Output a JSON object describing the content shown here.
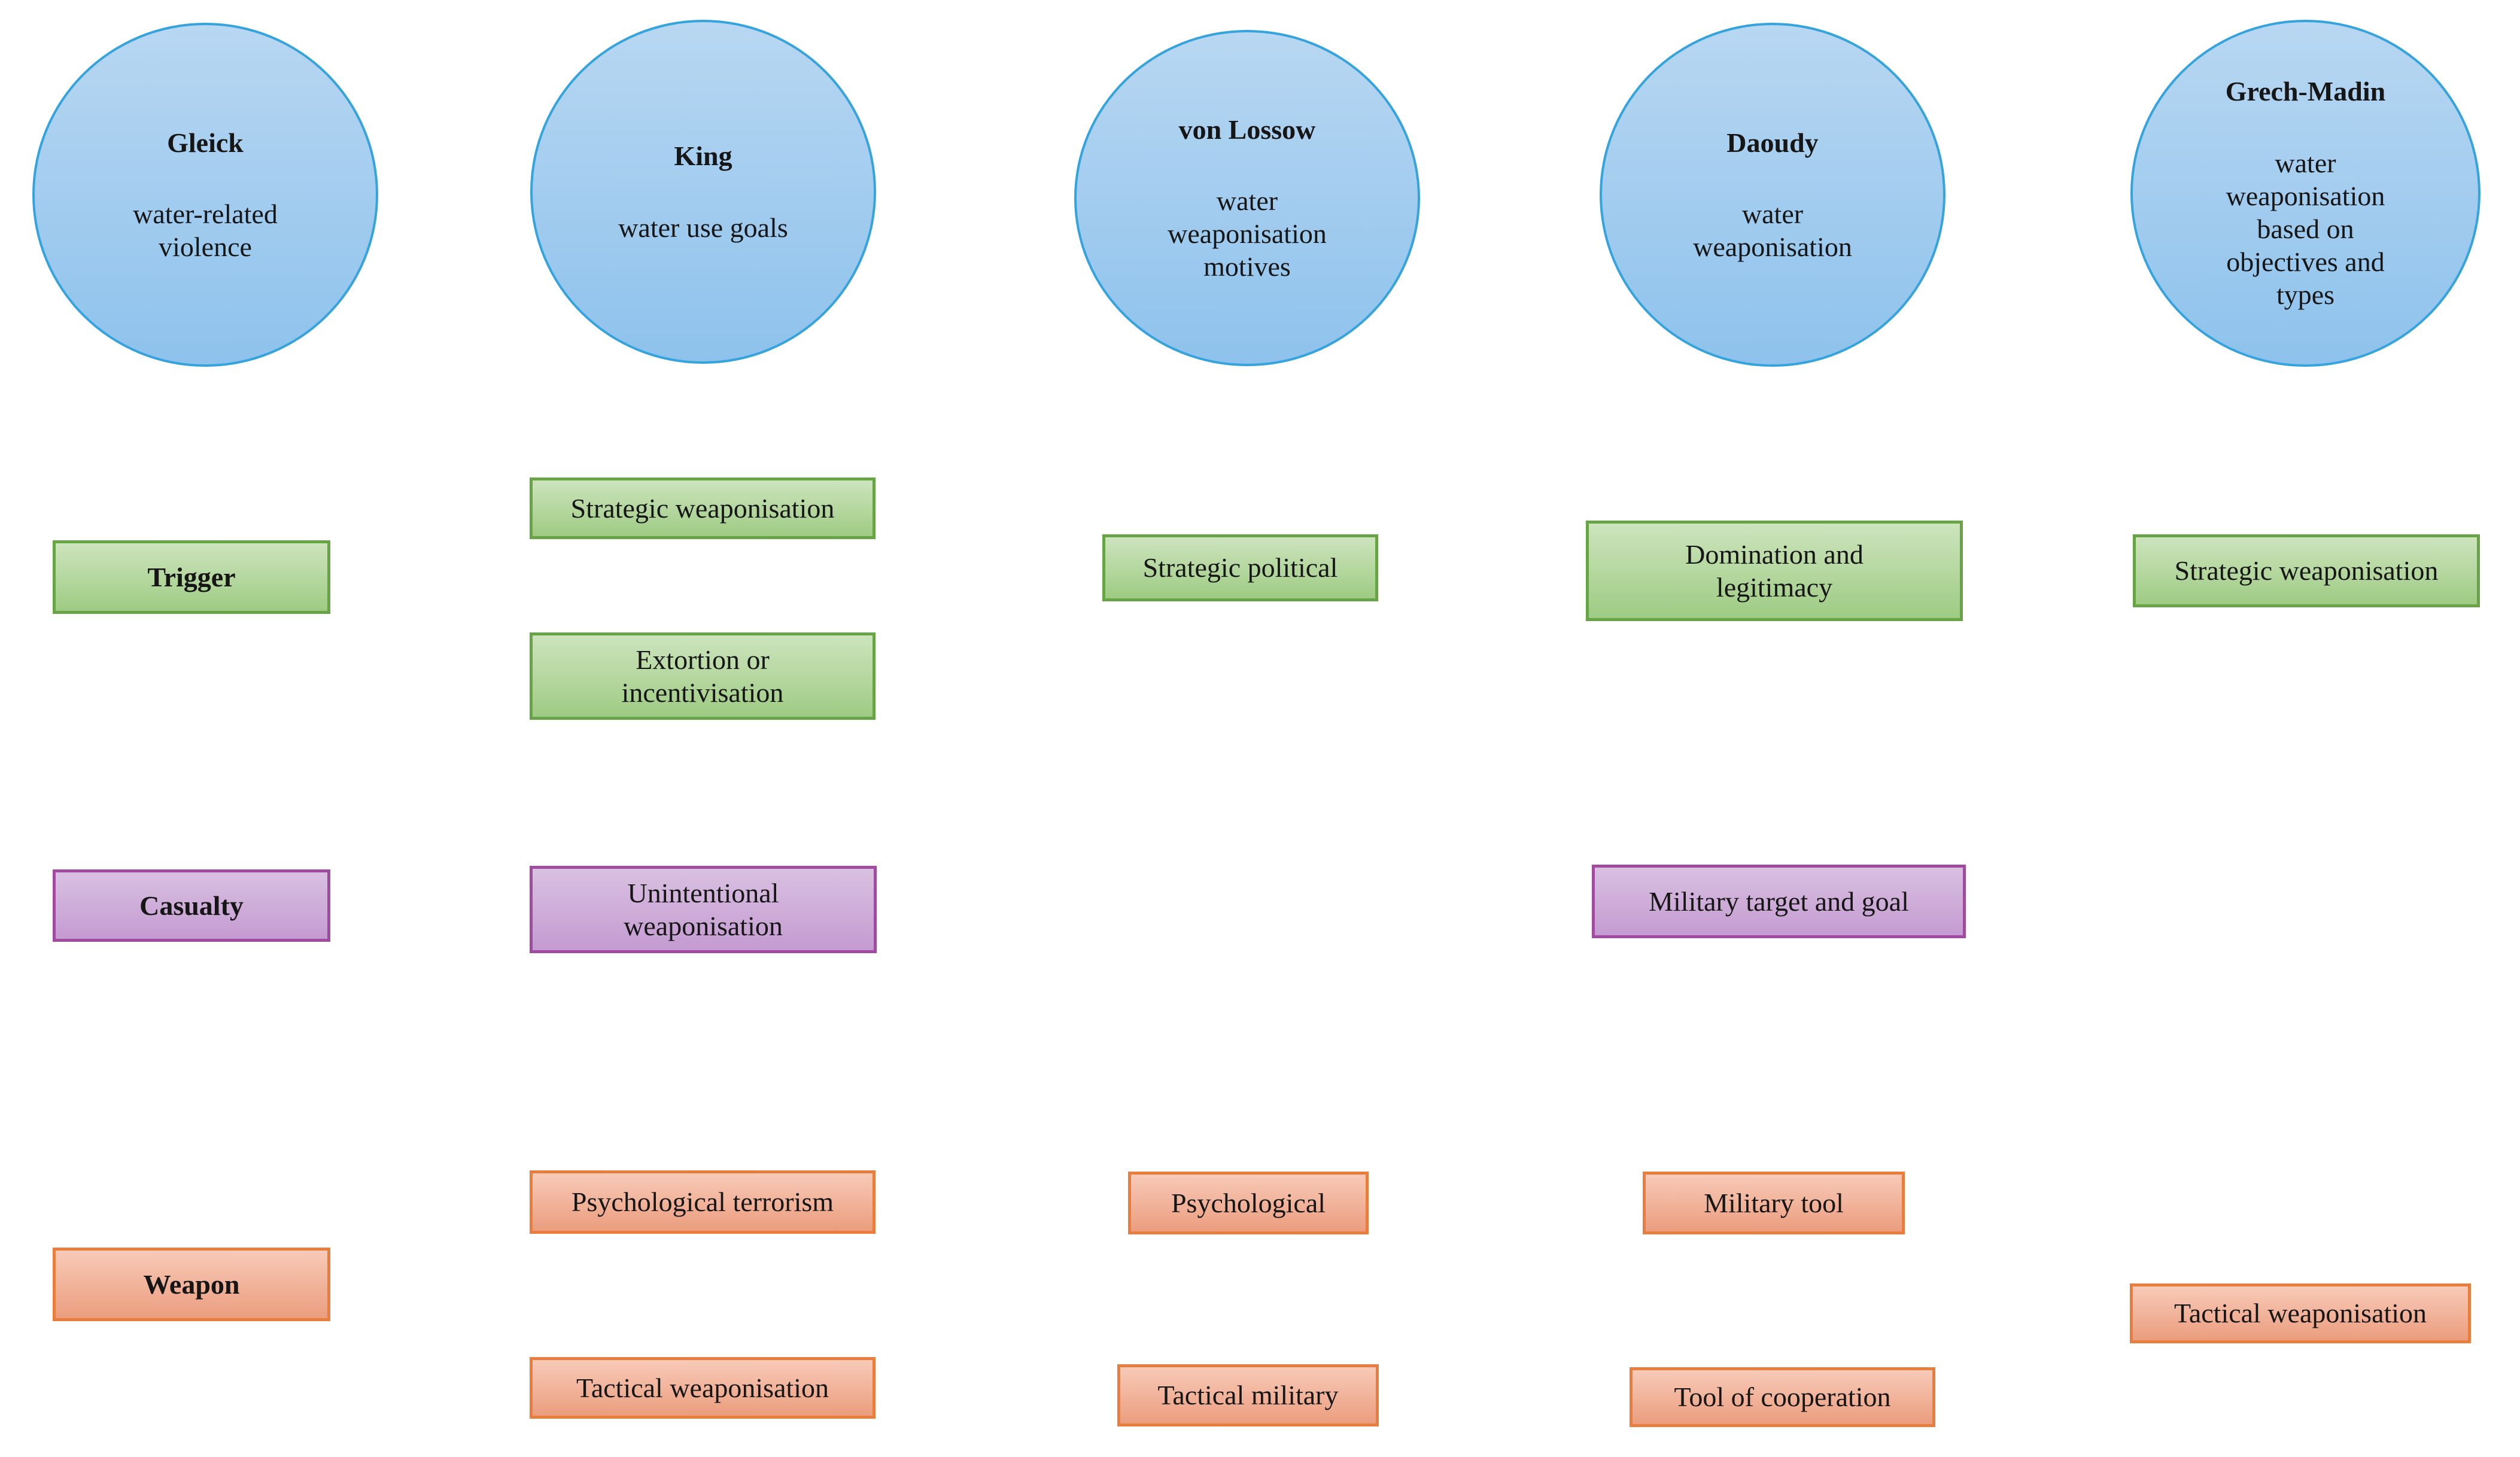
{
  "circles": [
    {
      "name": "Gleick",
      "focus": "water-related\nviolence"
    },
    {
      "name": "King",
      "focus": "water use goals"
    },
    {
      "name": "von Lossow",
      "focus": "water\nweaponisation\nmotives"
    },
    {
      "name": "Daoudy",
      "focus": "water\nweaponisation"
    },
    {
      "name": "Grech-Madin",
      "focus": "water\nweaponisation\nbased on\nobjectives and\ntypes"
    }
  ],
  "boxes": [
    {
      "text": "Trigger",
      "category": "trigger"
    },
    {
      "text": "Strategic weaponisation",
      "category": "trigger"
    },
    {
      "text": "Extortion or\nincentivisation",
      "category": "trigger"
    },
    {
      "text": "Strategic political",
      "category": "trigger"
    },
    {
      "text": "Domination and\nlegitimacy",
      "category": "trigger"
    },
    {
      "text": "Strategic weaponisation",
      "category": "trigger"
    },
    {
      "text": "Casualty",
      "category": "casualty"
    },
    {
      "text": "Unintentional\nweaponisation",
      "category": "casualty"
    },
    {
      "text": "Military target and goal",
      "category": "casualty"
    },
    {
      "text": "Weapon",
      "category": "weapon"
    },
    {
      "text": "Psychological terrorism",
      "category": "weapon"
    },
    {
      "text": "Tactical weaponisation",
      "category": "weapon"
    },
    {
      "text": "Psychological",
      "category": "weapon"
    },
    {
      "text": "Tactical military",
      "category": "weapon"
    },
    {
      "text": "Military tool",
      "category": "weapon"
    },
    {
      "text": "Tool of cooperation",
      "category": "weapon"
    },
    {
      "text": "Tactical weaponisation",
      "category": "weapon"
    }
  ],
  "colors": {
    "blue_fill_top": "#b8d7f2",
    "blue_fill_bottom": "#8ec2ec",
    "blue_border": "#35a3dc",
    "green_fill_top": "#cde4bd",
    "green_fill_bottom": "#9ecb83",
    "green_border": "#67a445",
    "purple_fill_top": "#d9c0e1",
    "purple_fill_bottom": "#c49bd1",
    "purple_border": "#a04ba0",
    "orange_fill_top": "#f8cab8",
    "orange_fill_bottom": "#eb9d7e",
    "orange_border": "#e87d3e",
    "text_color": "#161616"
  }
}
